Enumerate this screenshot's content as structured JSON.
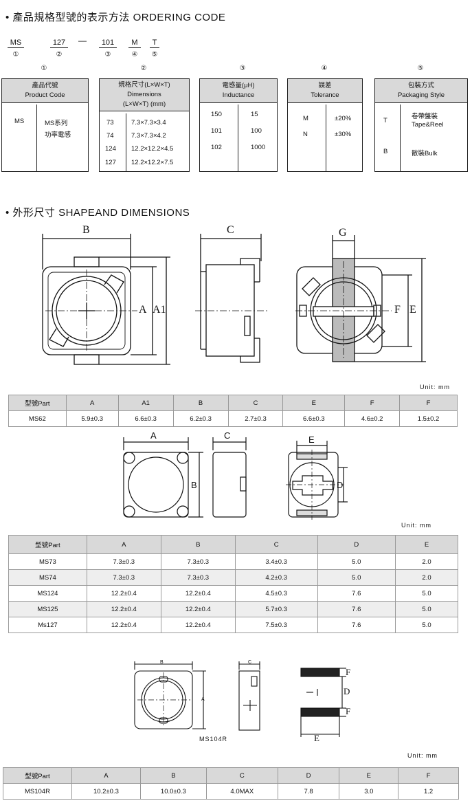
{
  "ordering": {
    "title": "• 產品規格型號的表示方法 ORDERING CODE",
    "code": [
      {
        "text": "MS",
        "num": "①"
      },
      {
        "text": "127",
        "num": "②"
      },
      {
        "text": "101",
        "num": "③"
      },
      {
        "text": "M",
        "num": "④"
      },
      {
        "text": "T",
        "num": "⑤"
      }
    ],
    "dash": "—",
    "box_nums": [
      "①",
      "②",
      "③",
      "④",
      "⑤"
    ],
    "product": {
      "title": "產品代號",
      "sub": "Product Code",
      "code": "MS",
      "desc1": "MS系列",
      "desc2": "功率電感"
    },
    "size": {
      "title": "規格尺寸(L×W×T)",
      "sub1": "Dimensions",
      "sub2": "(L×W×T) (mm)",
      "rows": [
        {
          "code": "73",
          "dim": "7.3×7.3×3.4"
        },
        {
          "code": "74",
          "dim": "7.3×7.3×4.2"
        },
        {
          "code": "124",
          "dim": "12.2×12.2×4.5"
        },
        {
          "code": "127",
          "dim": "12.2×12.2×7.5"
        }
      ]
    },
    "inductance": {
      "title": "電感量(μH)",
      "sub": "Inductance",
      "rows": [
        {
          "code": "150",
          "val": "15"
        },
        {
          "code": "101",
          "val": "100"
        },
        {
          "code": "102",
          "val": "1000"
        }
      ]
    },
    "tolerance": {
      "title": "誤差",
      "sub": "Tolerance",
      "rows": [
        {
          "code": "M",
          "val": "±20%"
        },
        {
          "code": "N",
          "val": "±30%"
        }
      ]
    },
    "packaging": {
      "title": "包裝方式",
      "sub": "Packaging Style",
      "rows": [
        {
          "code": "T",
          "val1": "卷帶盤裝",
          "val2": "Tape&Reel"
        },
        {
          "code": "B",
          "val1": "散裝Bulk",
          "val2": ""
        }
      ]
    }
  },
  "shape": {
    "title": "• 外形尺寸 SHAPEAND DIMENSIONS",
    "fig1_labels": {
      "B": "B",
      "A": "A",
      "A1": "A1",
      "C": "C",
      "G": "G",
      "F": "F",
      "E": "E"
    },
    "fig2_labels": {
      "A": "A",
      "B": "B",
      "C": "C",
      "E": "E",
      "D": "D"
    },
    "fig3_labels": {
      "B": "B",
      "A": "A",
      "C": "C",
      "F1": "F",
      "D": "D",
      "F2": "F",
      "E": "E",
      "caption": "MS104R"
    }
  },
  "unit_label": "Unit:  mm",
  "table1": {
    "header": [
      "型號Part",
      "A",
      "A1",
      "B",
      "C",
      "E",
      "F",
      "F"
    ],
    "rows": [
      [
        "MS62",
        "5.9±0.3",
        "6.6±0.3",
        "6.2±0.3",
        "2.7±0.3",
        "6.6±0.3",
        "4.6±0.2",
        "1.5±0.2"
      ]
    ]
  },
  "table2": {
    "header": [
      "型號Part",
      "A",
      "B",
      "C",
      "D",
      "E"
    ],
    "rows": [
      [
        "MS73",
        "7.3±0.3",
        "7.3±0.3",
        "3.4±0.3",
        "5.0",
        "2.0"
      ],
      [
        "MS74",
        "7.3±0.3",
        "7.3±0.3",
        "4.2±0.3",
        "5.0",
        "2.0"
      ],
      [
        "MS124",
        "12.2±0.4",
        "12.2±0.4",
        "4.5±0.3",
        "7.6",
        "5.0"
      ],
      [
        "MS125",
        "12.2±0.4",
        "12.2±0.4",
        "5.7±0.3",
        "7.6",
        "5.0"
      ],
      [
        "Ms127",
        "12.2±0.4",
        "12.2±0.4",
        "7.5±0.3",
        "7.6",
        "5.0"
      ]
    ]
  },
  "table3": {
    "header": [
      "型號Part",
      "A",
      "B",
      "C",
      "D",
      "E",
      "F"
    ],
    "rows": [
      [
        "MS104R",
        "10.2±0.3",
        "10.0±0.3",
        "4.0MAX",
        "7.8",
        "3.0",
        "1.2"
      ]
    ]
  }
}
